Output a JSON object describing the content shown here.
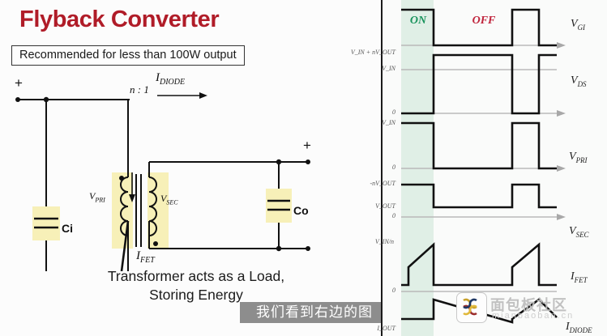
{
  "left": {
    "title": "Flyback Converter",
    "subtitle": "Recommended for less than 100W output",
    "tagline_line1": "Transformer acts as a Load,",
    "tagline_line2": "Storing Energy",
    "caption_cn": "我们看到右边的图",
    "circuit": {
      "input_plus": "+",
      "output_plus": "+",
      "cap_in": "Ci",
      "cap_out": "Co",
      "turns_ratio": "n : 1",
      "i_diode": "I",
      "i_diode_sub": "DIODE",
      "i_fet": "I",
      "i_fet_sub": "FET",
      "v_pri": "V",
      "v_pri_sub": "PRI",
      "v_sec": "V",
      "v_sec_sub": "SEC",
      "highlight_color": "#f7f0b8"
    }
  },
  "right": {
    "state_on": "ON",
    "state_off": "OFF",
    "on_color": "#19935c",
    "off_color": "#c0243c",
    "band_color": "#daece2",
    "y_labels": [
      "V_IN + nV_OUT",
      "V_IN",
      "0",
      "V_IN",
      "0",
      "-nV_OUT",
      "V_OUT",
      "0",
      "V_IN/n",
      "0",
      "I_OUT"
    ],
    "traces": [
      {
        "name": "V",
        "sub": "GI"
      },
      {
        "name": "V",
        "sub": "DS"
      },
      {
        "name": "V",
        "sub": "PRI"
      },
      {
        "name": "V",
        "sub": "SEC"
      },
      {
        "name": "I",
        "sub": "FET"
      },
      {
        "name": "I",
        "sub": "DIODE"
      }
    ]
  },
  "watermark": {
    "text": "面包板社区",
    "sub": "mianbaoban.cn"
  }
}
